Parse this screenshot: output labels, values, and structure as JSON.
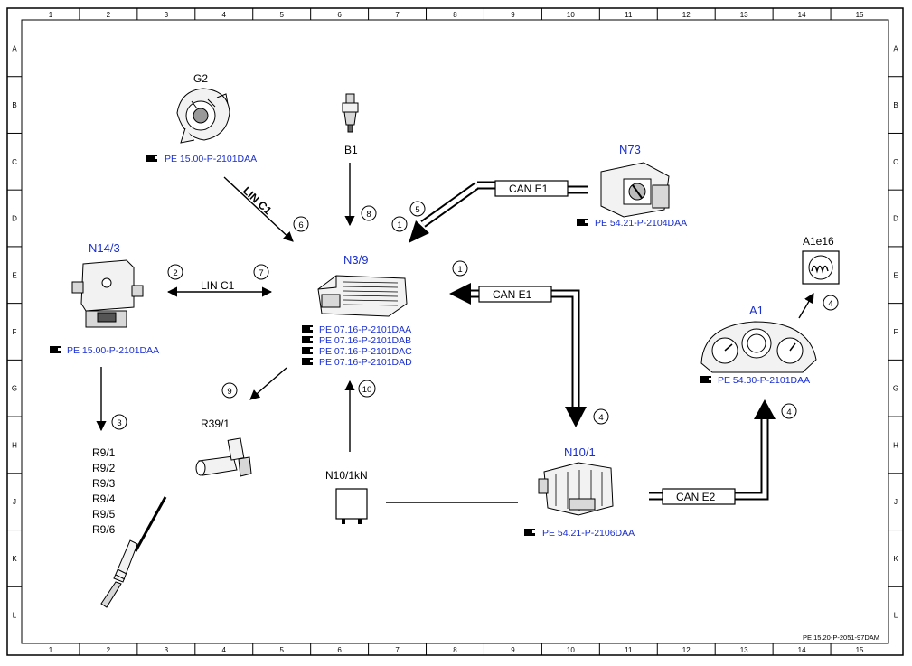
{
  "grid": {
    "columns": [
      "1",
      "2",
      "3",
      "4",
      "5",
      "6",
      "7",
      "8",
      "9",
      "10",
      "11",
      "12",
      "13",
      "14",
      "15"
    ],
    "rows": [
      "A",
      "B",
      "C",
      "D",
      "E",
      "F",
      "G",
      "H",
      "J",
      "K",
      "L"
    ]
  },
  "components": {
    "g2": {
      "label": "G2",
      "ref": "PE 15.00-P-2101DAA"
    },
    "b1": {
      "label": "B1"
    },
    "n73": {
      "label": "N73",
      "ref": "PE 54.21-P-2104DAA"
    },
    "n14_3": {
      "label": "N14/3",
      "ref": "PE 15.00-P-2101DAA"
    },
    "n3_9": {
      "label": "N3/9",
      "refs": [
        "PE 07.16-P-2101DAA",
        "PE 07.16-P-2101DAB",
        "PE 07.16-P-2101DAC",
        "PE 07.16-P-2101DAD"
      ]
    },
    "a1e16": {
      "label": "A1e16"
    },
    "a1": {
      "label": "A1",
      "ref": "PE 54.30-P-2101DAA"
    },
    "r39_1": {
      "label": "R39/1"
    },
    "r9": {
      "labels": [
        "R9/1",
        "R9/2",
        "R9/3",
        "R9/4",
        "R9/5",
        "R9/6"
      ]
    },
    "n10_1kn": {
      "label": "N10/1kN"
    },
    "n10_1": {
      "label": "N10/1",
      "ref": "PE 54.21-P-2106DAA"
    }
  },
  "buses": {
    "lin_g2": "LIN C1",
    "lin_n14": "LIN C1",
    "can_n73": "CAN E1",
    "can_n10": "CAN E1",
    "can_a1": "CAN E2"
  },
  "callouts": {
    "c1a": "1",
    "c5": "5",
    "c6": "6",
    "c8": "8",
    "c1b": "1",
    "c2": "2",
    "c7": "7",
    "c3": "3",
    "c9": "9",
    "c10": "10",
    "c4a": "4",
    "c4b": "4",
    "c4c": "4"
  },
  "footer": {
    "doc_id": "PE 15.20-P-2051-97DAM"
  }
}
